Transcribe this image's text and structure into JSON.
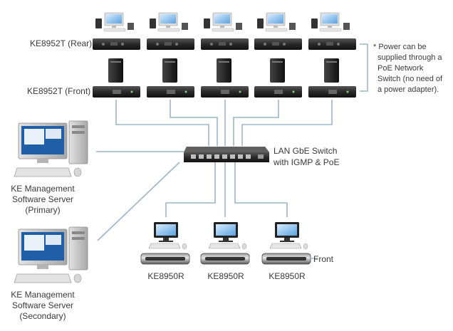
{
  "labels": {
    "tx_rear": "KE8952T (Rear)",
    "tx_front": "KE8952T (Front)",
    "note": {
      "line1": "* Power can be",
      "line2": "supplied through a",
      "line3": "PoE Network",
      "line4": "Switch (no need of",
      "line5": "a power adapter)."
    },
    "switch": {
      "line1": "LAN GbE Switch",
      "line2": "with IGMP & PoE"
    },
    "server_primary": {
      "line1": "KE Management",
      "line2": "Software Server",
      "line3": "(Primary)"
    },
    "server_secondary": {
      "line1": "KE Management",
      "line2": "Software Server",
      "line3": "(Secondary)"
    },
    "rx_front": "Front",
    "receivers": [
      "KE8950R",
      "KE8950R",
      "KE8950R"
    ]
  },
  "colors": {
    "connection_line": "#9bb5c9",
    "bracket_line": "#9bb5c9",
    "device_body": "#2b2b2b",
    "text": "#3a3a3a"
  }
}
